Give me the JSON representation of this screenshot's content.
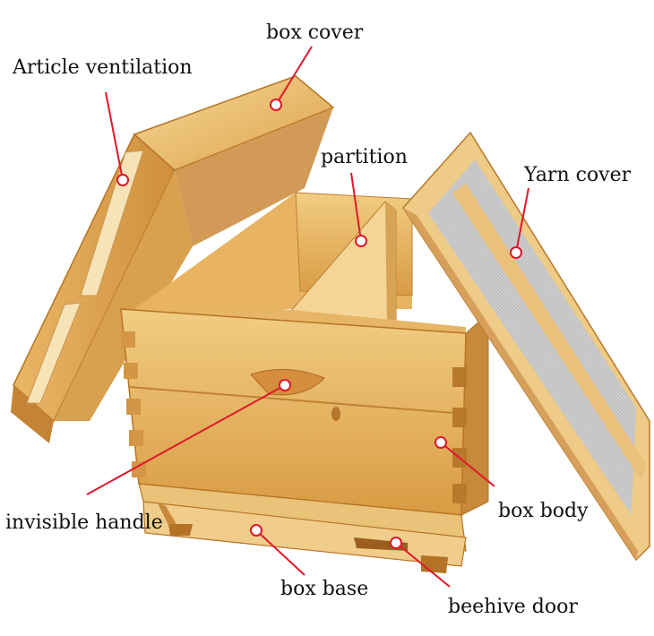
{
  "labels": {
    "box_cover": "box cover",
    "article_ventilation": "Article ventilation",
    "partition": "partition",
    "yarn_cover": "Yarn cover",
    "invisible_handle": "invisible handle",
    "box_body": "box body",
    "box_base": "box base",
    "beehive_door": "beehive door"
  },
  "colors": {
    "wood_light": "#f0c97a",
    "wood_mid": "#e2ad55",
    "wood_dark": "#c98a35",
    "wood_edge": "#b57424",
    "mesh": "#c9c9c9",
    "leader_line": "#e0182a",
    "marker_fill": "#ffffff"
  }
}
